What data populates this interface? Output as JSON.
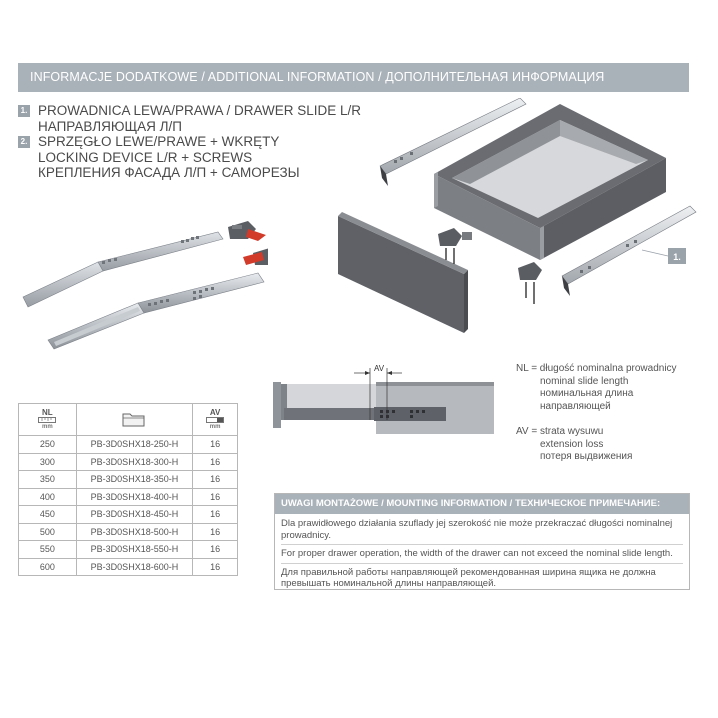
{
  "header": {
    "title": "INFORMACJE DODATKOWE / ADDITIONAL INFORMATION / ДОПОЛНИТЕЛЬНАЯ ИНФОРМАЦИЯ"
  },
  "legend": {
    "items": [
      {
        "number": "1.",
        "lines": [
          "PROWADNICA LEWA/PRAWA / DRAWER SLIDE L/R",
          "НАПРАВЛЯЮЩАЯ Л/П"
        ]
      },
      {
        "number": "2.",
        "lines": [
          "SPRZĘGŁO LEWE/PRAWE + WKRĘTY",
          "LOCKING DEVICE L/R + SCREWS",
          "КРЕПЛЕНИЯ ФАСАДА Л/П + САМОРЕЗЫ"
        ]
      }
    ]
  },
  "callouts": {
    "slide_tag": "1.",
    "av_label": "AV"
  },
  "table": {
    "headers": {
      "nl": "NL",
      "nl_unit": "mm",
      "av": "AV",
      "av_unit": "mm",
      "code_icon": "folder-icon"
    },
    "rows": [
      {
        "nl": "250",
        "code": "PB-3D0SHX18-250-H",
        "av": "16"
      },
      {
        "nl": "300",
        "code": "PB-3D0SHX18-300-H",
        "av": "16"
      },
      {
        "nl": "350",
        "code": "PB-3D0SHX18-350-H",
        "av": "16"
      },
      {
        "nl": "400",
        "code": "PB-3D0SHX18-400-H",
        "av": "16"
      },
      {
        "nl": "450",
        "code": "PB-3D0SHX18-450-H",
        "av": "16"
      },
      {
        "nl": "500",
        "code": "PB-3D0SHX18-500-H",
        "av": "16"
      },
      {
        "nl": "550",
        "code": "PB-3D0SHX18-550-H",
        "av": "16"
      },
      {
        "nl": "600",
        "code": "PB-3D0SHX18-600-H",
        "av": "16"
      }
    ]
  },
  "notes": {
    "nl": [
      "NL = długość nominalna prowadnicy",
      "nominal slide length",
      "номинальная длина",
      "направляющей"
    ],
    "av": [
      "AV = strata wysuwu",
      "extension loss",
      "потеря выдвижения"
    ]
  },
  "mounting": {
    "title": "UWAGI MONTAŻOWE / MOUNTING INFORMATION / ТЕХНИЧЕСКОЕ ПРИМЕЧАНИЕ:",
    "pl": "Dla prawidłowego działania szuflady jej szerokość nie może przekraczać długości nominalnej prowadnicy.",
    "en": "For proper drawer operation, the width of the drawer can not exceed the nominal slide length.",
    "ru": "Для правильной работы направляющей рекомендованная ширина ящика не должна превышать  номинальной длины направляющей."
  },
  "colors": {
    "header_bg": "#a9b1b9",
    "tag_bg": "#9aa2aa",
    "panel_dark": "#5f6167",
    "lock_red": "#d23a2a"
  }
}
